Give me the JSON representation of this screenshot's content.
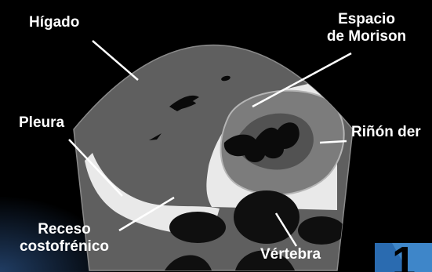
{
  "diagram": {
    "labels": {
      "higado": "Hígado",
      "espacio_line1": "Espacio",
      "espacio_line2": "de Morison",
      "pleura": "Pleura",
      "rinon": "Riñón der",
      "receso_line1": "Receso",
      "receso_line2": "costofrénico",
      "vertebra": "Vértebra"
    },
    "slide_number": "1",
    "colors": {
      "background": "#000000",
      "sector_fill": "#5f5f5f",
      "fluid": "#e9e9e9",
      "kidney_cortex": "#7c7c7c",
      "kidney_sinus": "#525252",
      "shadow": "#0f0f0f",
      "leader_line": "#ffffff",
      "corner_accent": "#3e86c9"
    }
  }
}
